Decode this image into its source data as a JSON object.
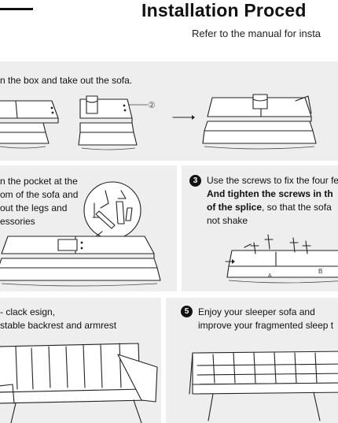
{
  "header": {
    "title": "Installation Proced",
    "subtitle": "Refer to the manual for insta"
  },
  "steps": [
    {
      "lines": [
        "n the box and take out the sofa."
      ],
      "callout": "②"
    },
    {
      "lines": [
        "n the pocket at the",
        "om of the sofa and",
        " out the legs and",
        "essories"
      ]
    },
    {
      "number": "3",
      "line1": "Use the screws to fix the four fe",
      "line2": "And tighten the screws in th",
      "line3_bold": "of the splice",
      "line3_rest": ", so that the sofa",
      "line4": "not shake",
      "marks": [
        "A",
        "B"
      ]
    },
    {
      "lines": [
        "- clack esign,",
        "stable backrest and armrest"
      ]
    },
    {
      "number": "5",
      "lines": [
        "Enjoy your sleeper sofa and",
        "improve your fragmented sleep t"
      ]
    }
  ]
}
